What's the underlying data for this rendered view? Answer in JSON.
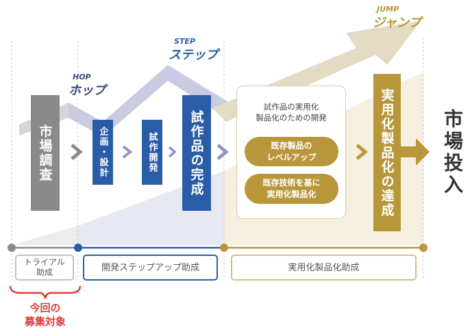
{
  "phases": {
    "hop": {
      "en": "HOP",
      "jp": "ホップ"
    },
    "step": {
      "en": "STEP",
      "jp": "ステップ"
    },
    "jump": {
      "en": "JUMP",
      "jp": "ジャンプ"
    }
  },
  "steps": {
    "market_research": "市場調査",
    "planning_design": "企画・設計",
    "prototype_dev": "試作開発",
    "prototype_complete": "試作品の完成",
    "dev_box_title_1": "試作品の実用化",
    "dev_box_title_2": "製品化のための開発",
    "pill_1_line1": "既存製品の",
    "pill_1_line2": "レベルアップ",
    "pill_2_line1": "既存技術を基に",
    "pill_2_line2": "実用化製品化",
    "commercialization": "実用化製品化の達成",
    "market_launch": "市場投入"
  },
  "grants": {
    "trial_line1": "トライアル",
    "trial_line2": "助成",
    "stepup": "開発ステップアップ助成",
    "practical": "実用化製品化助成"
  },
  "note": {
    "line1": "今回の",
    "line2": "募集対象"
  },
  "colors": {
    "gray": "#8a8a8a",
    "blue": "#2a5ca8",
    "gold": "#b8963a",
    "red": "#e03a3a"
  }
}
